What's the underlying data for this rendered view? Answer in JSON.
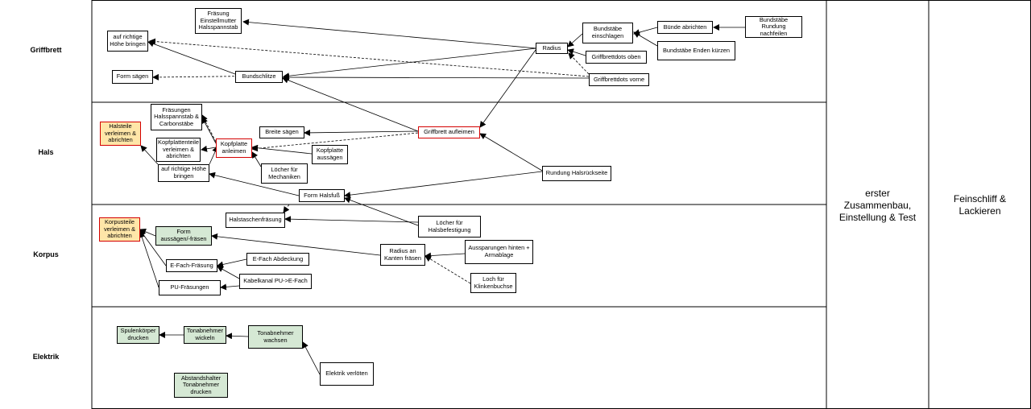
{
  "lanes": {
    "griffbrett": "Griffbrett",
    "hals": "Hals",
    "korpus": "Korpus",
    "elektrik": "Elektrik"
  },
  "phases": {
    "assembly": "erster\nZusammenbau,\nEinstellung & Test",
    "finish": "Feinschliff &\nLackieren"
  },
  "nodes": {
    "fraesung_einstellmutter": "Fräsung\nEinstellmutter\nHalsspannstab",
    "richtige_hoehe_gb": "auf richtige\nHöhe bringen",
    "form_saegen_gb": "Form sägen",
    "bundschlitze": "Bundschlitze",
    "radius": "Radius",
    "bundstaebe_einschlagen": "Bundstäbe\neinschlagen",
    "buende_abrichten": "Bünde abrichten",
    "bundstaebe_rundung": "Bundstäbe\nRundung nachfeilen",
    "griffbrettdots_oben": "Griffbrettdots oben",
    "bundstaebe_enden": "Bundstäbe Enden kürzen",
    "griffbrettdots_vorne": "Griffbrettdots vorne",
    "fraesungen_halsspannstab": "Fräsungen\nHalsspannstab &\nCarbonstäbe",
    "halsteile_verleimen": "Halsteile\nverleimen &\nabrichten",
    "kopfplattenteile": "Kopfplattenteile\nverleimen &\nabrichten",
    "kopfplatte_anleimen": "Kopfplatte\nanleimen",
    "breite_saegen": "Breite sägen",
    "griffbrett_aufleimen": "Griffbrett aufleimen",
    "kopfplatte_aussaegen": "Kopfplatte\naussägen",
    "hoehe_hals": "auf richtige Höhe\nbringen",
    "loecher_mechaniken": "Löcher für\nMechaniken",
    "rundung_halsrueckseite": "Rundung Halsrückseite",
    "form_halsfuss": "Form Halsfuß",
    "halstaschenfraesung": "Halstaschenfräsung",
    "loecher_halsbefestigung": "Löcher für\nHalsbefestigung",
    "korpusteile": "Korpusteile\nverleimen &\nabrichten",
    "form_aussaegen": "Form\naussägen/-fräsen",
    "radius_kanten": "Radius an\nKanten fräsen",
    "aussparungen": "Aussparungen hinten +\nArmablage",
    "efach_fraesung": "E-Fach-Fräsung",
    "efach_abdeckung": "E-Fach Abdeckung",
    "kabelkanal": "Kabelkanal PU->E-Fach",
    "pu_fraesungen": "PU-Fräsungen",
    "loch_klinkenbuchse": "Loch für\nKlinkenbuchse",
    "spulenkoerper": "Spulenkörper\ndrucken",
    "tonabnehmer_wickeln": "Tonabnehmer\nwickeln",
    "tonabnehmer_wachsen": "Tonabnehmer\nwachsen",
    "elektrik_verloeten": "Elektrik verlöten",
    "abstandshalter": "Abstandshalter\nTonabnehmer\ndrucken"
  },
  "colors": {
    "green_fill": "#d5e8d4",
    "orange_fill": "#ffe6a8",
    "red_border": "#d40000"
  }
}
